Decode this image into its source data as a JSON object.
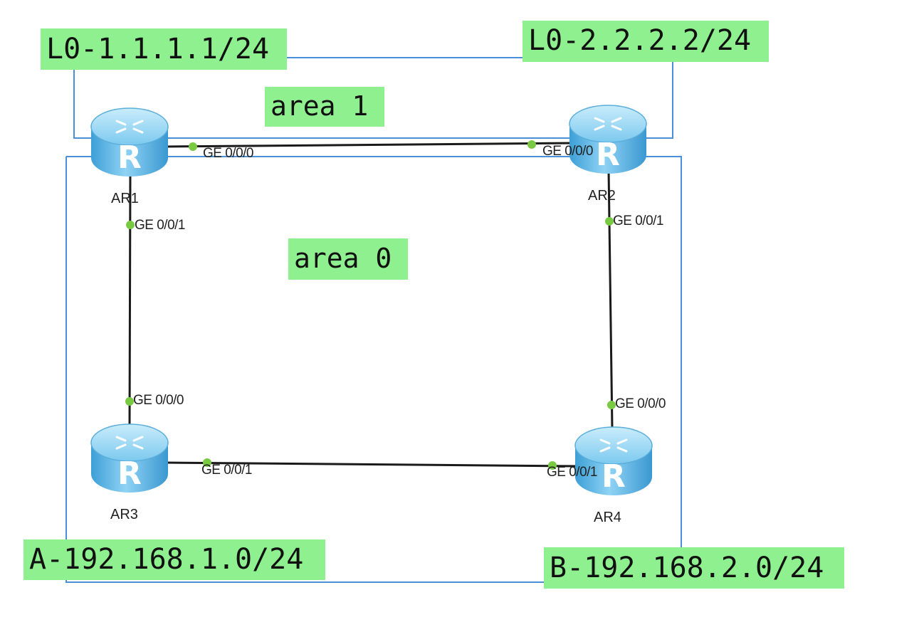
{
  "areas": {
    "area1_label": "area 1",
    "area0_label": "area 0"
  },
  "loopbacks": {
    "ar1": "L0-1.1.1.1/24",
    "ar2": "L0-2.2.2.2/24"
  },
  "networks": {
    "a": "A-192.168.1.0/24",
    "b": "B-192.168.2.0/24"
  },
  "routers": {
    "ar1": {
      "name": "AR1",
      "icon": "router-icon",
      "glyph": "R"
    },
    "ar2": {
      "name": "AR2",
      "icon": "router-icon",
      "glyph": "R"
    },
    "ar3": {
      "name": "AR3",
      "icon": "router-icon",
      "glyph": "R"
    },
    "ar4": {
      "name": "AR4",
      "icon": "router-icon",
      "glyph": "R"
    }
  },
  "ports": {
    "ar1_ge000": "GE 0/0/0",
    "ar2_ge000": "GE 0/0/0",
    "ar1_ge001": "GE 0/0/1",
    "ar2_ge001": "GE 0/0/1",
    "ar3_ge000": "GE 0/0/0",
    "ar4_ge000": "GE 0/0/0",
    "ar3_ge001": "GE 0/0/1",
    "ar4_ge001": "GE 0/0/1"
  },
  "colors": {
    "label_bg": "#8ff08f",
    "area_border": "#4a90d9",
    "link": "#1a1a1a",
    "port_dot": "#7ac943",
    "router_body": "#5bb8e8"
  }
}
